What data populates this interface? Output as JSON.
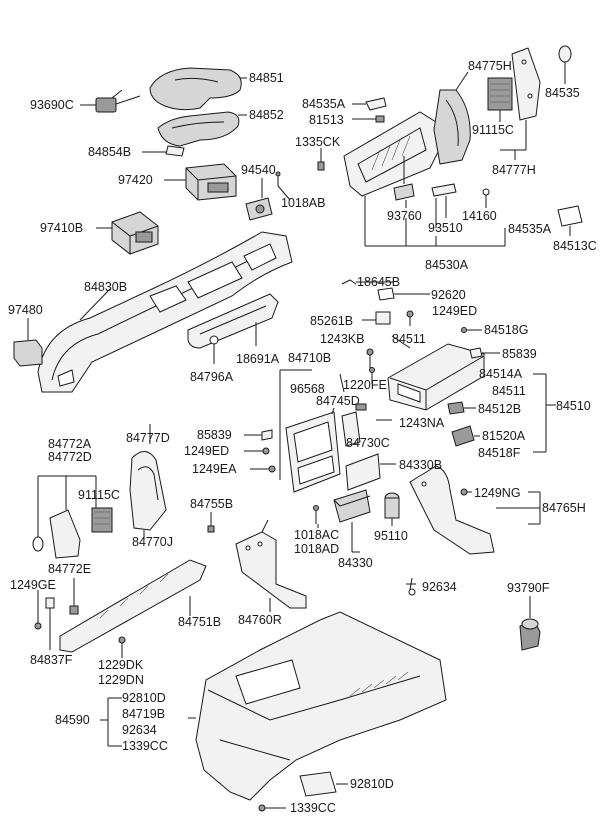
{
  "labels": {
    "l84851": "84851",
    "l93690C": "93690C",
    "l84852": "84852",
    "l84854B": "84854B",
    "l97420": "97420",
    "l94540": "94540",
    "l1018AB": "1018AB",
    "l97410B": "97410B",
    "l84775H": "84775H",
    "l84535A_top": "84535A",
    "l81513": "81513",
    "l1335CK": "1335CK",
    "l91115C_top": "91115C",
    "l84535": "84535",
    "l84777H": "84777H",
    "l93760": "93760",
    "l93510": "93510",
    "l14160": "14160",
    "l84535A_mid": "84535A",
    "l84513C": "84513C",
    "l84530A": "84530A",
    "l84830B": "84830B",
    "l97480": "97480",
    "l18691A": "18691A",
    "l84796A": "84796A",
    "l18645B": "18645B",
    "l92620": "92620",
    "l85261B": "85261B",
    "l1249ED_top": "1249ED",
    "l84518G": "84518G",
    "l1243KB": "1243KB",
    "l84511_top": "84511",
    "l85839_right": "85839",
    "l84710B": "84710B",
    "l96568": "96568",
    "l1220FE": "1220FE",
    "l84745D": "84745D",
    "l84514A": "84514A",
    "l84511_mid": "84511",
    "l84512B": "84512B",
    "l84510": "84510",
    "l1243NA": "1243NA",
    "l81520A": "81520A",
    "l84518F": "84518F",
    "l84730C": "84730C",
    "l85839_left": "85839",
    "l1249ED_mid": "1249ED",
    "l1249EA": "1249EA",
    "l84330B": "84330B",
    "l84777D": "84777D",
    "l84772A": "84772A",
    "l84772D": "84772D",
    "l91115C_mid": "91115C",
    "l84770J": "84770J",
    "l84755B": "84755B",
    "l1249NG": "1249NG",
    "l84765H": "84765H",
    "l1018AC": "1018AC",
    "l1018AD": "1018AD",
    "l95110": "95110",
    "l84330": "84330",
    "l84772E": "84772E",
    "l1249GE": "1249GE",
    "l92634_right": "92634",
    "l93790F": "93790F",
    "l84751B": "84751B",
    "l84760R": "84760R",
    "l84837F": "84837F",
    "l1229DK": "1229DK",
    "l1229DN": "1229DN",
    "l92810D_top": "92810D",
    "l84590": "84590",
    "l84719B": "84719B",
    "l92634_bottom": "92634",
    "l1339CC_top": "1339CC",
    "l92810D_bottom": "92810D",
    "l1339CC_bottom": "1339CC"
  }
}
